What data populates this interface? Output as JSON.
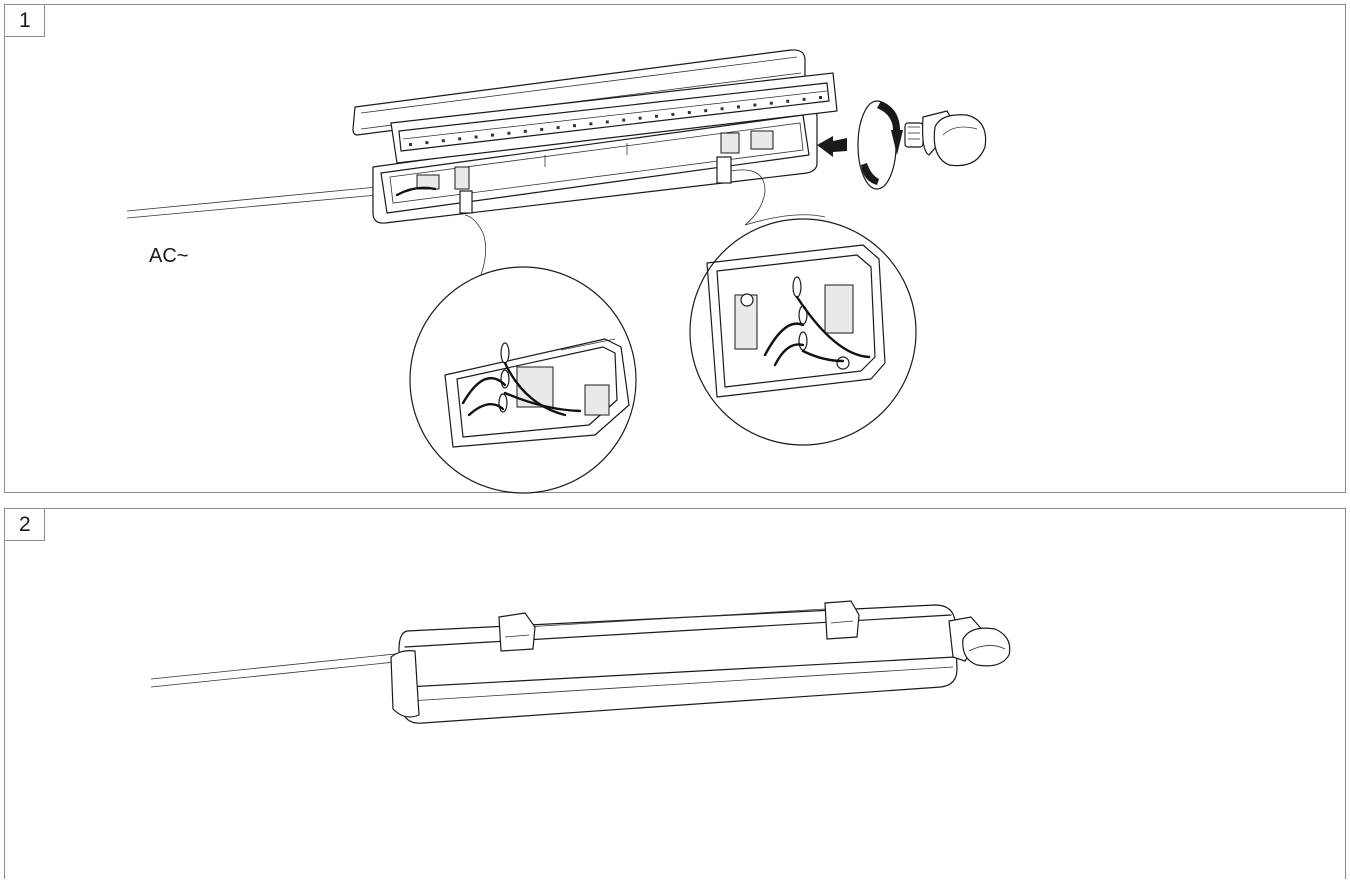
{
  "steps": [
    {
      "number": "1",
      "supply_label": "AC~"
    },
    {
      "number": "2"
    }
  ],
  "icons": [
    "arrow-left-icon",
    "rotate-arrow-icon"
  ]
}
